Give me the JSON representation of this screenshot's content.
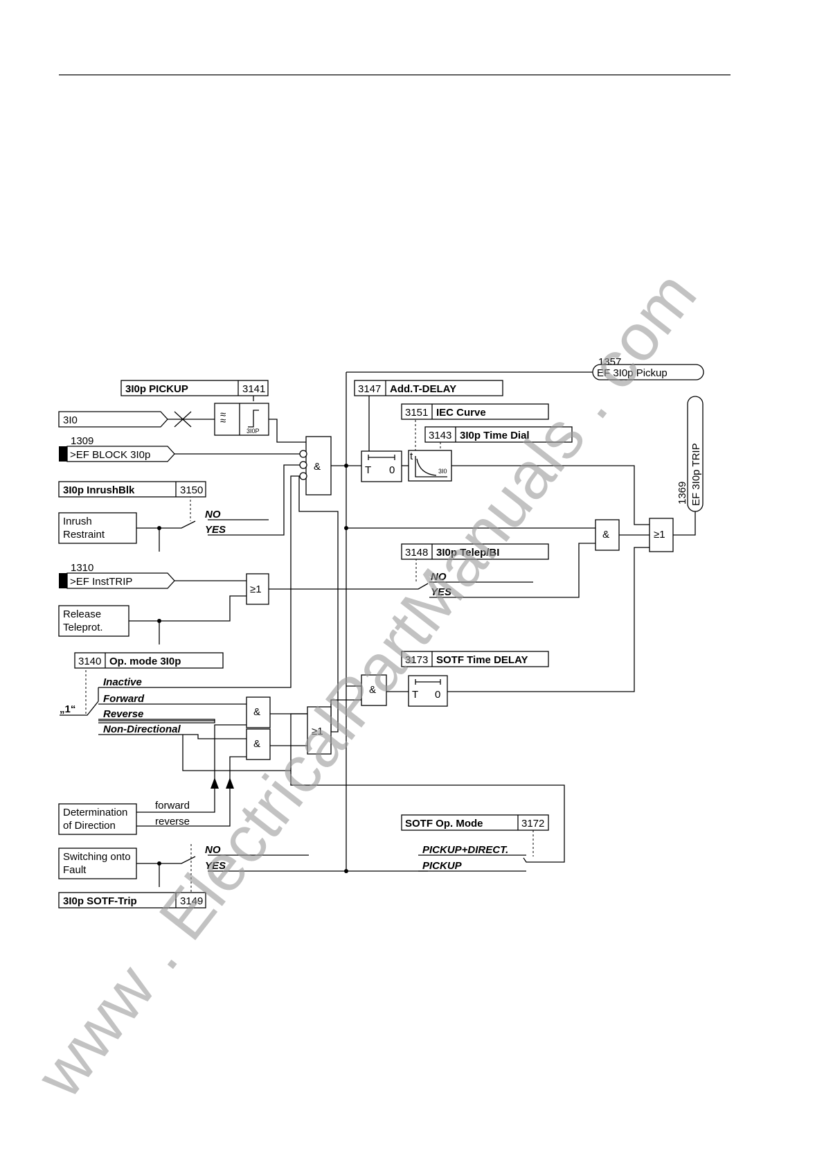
{
  "settings": {
    "pickup": {
      "label": "3I0p PICKUP",
      "num": "3141"
    },
    "inrush": {
      "label": "3I0p InrushBlk",
      "num": "3150"
    },
    "opmode": {
      "num": "3140",
      "label": "Op. mode 3I0p"
    },
    "addtdelay": {
      "num": "3147",
      "label": "Add.T-DELAY"
    },
    "ieccurve": {
      "num": "3151",
      "label": "IEC Curve"
    },
    "timedial": {
      "num": "3143",
      "label": "3I0p Time Dial"
    },
    "telep": {
      "num": "3148",
      "label": "3I0p Telep/BI"
    },
    "sotfdelay": {
      "num": "3173",
      "label": "SOTF Time DELAY"
    },
    "sotfopmode": {
      "label": "SOTF Op. Mode",
      "num": "3172"
    },
    "sotftrip": {
      "label": "3I0p SOTF-Trip",
      "num": "3149"
    }
  },
  "inputs": {
    "i0": "3I0",
    "block": {
      "num": "1309",
      "label": ">EF BLOCK 3I0p"
    },
    "insttrip": {
      "num": "1310",
      "label": ">EF InstTRIP"
    }
  },
  "blocks": {
    "inrush": [
      "Inrush",
      "Restraint"
    ],
    "release": [
      "Release",
      "Teleprot."
    ],
    "direction": [
      "Determination",
      "of Direction"
    ],
    "sotf": [
      "Switching onto",
      "Fault"
    ]
  },
  "options": {
    "no": "NO",
    "yes": "YES",
    "inactive": "Inactive",
    "forward": "Forward",
    "reverse": "Reverse",
    "nondir": "Non-Directional",
    "pickupdirect": "PICKUP+DIRECT.",
    "pickup": "PICKUP"
  },
  "signals": {
    "one": "„1“",
    "fwd": "forward",
    "rev": "reverse"
  },
  "gates": {
    "and": "&",
    "or": "≥1"
  },
  "timer": {
    "t": "T",
    "zero": "0"
  },
  "curve": {
    "taxis": "t",
    "i0axis": "3I0",
    "p": "3I0P"
  },
  "outputs": {
    "pickup": {
      "num": "1357",
      "label": "EF 3I0p Pickup"
    },
    "trip": {
      "num": "1369",
      "label": "EF 3I0p TRIP"
    }
  },
  "watermark": "www . ElectricalPartManuals . com"
}
